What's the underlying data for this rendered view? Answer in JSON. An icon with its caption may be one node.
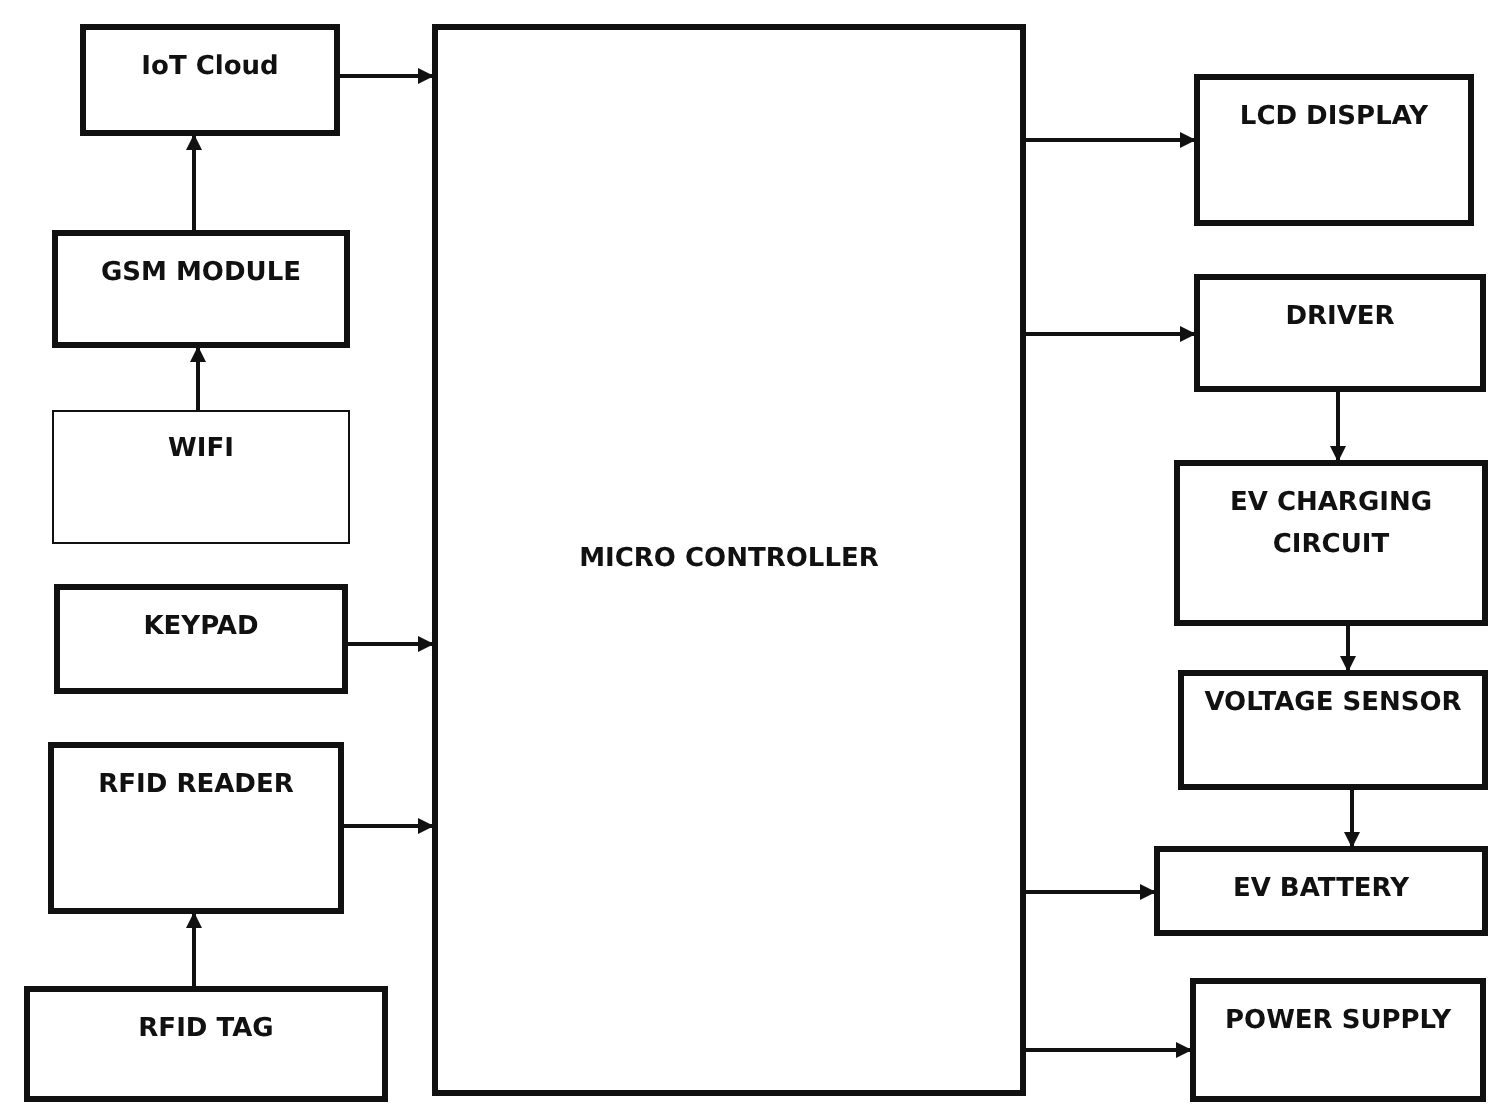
{
  "diagram": {
    "nodes": [
      {
        "text": [
          "IoT Cloud"
        ]
      },
      {
        "text": [
          "GSM MODULE"
        ]
      },
      {
        "text": [
          "WIFI"
        ]
      },
      {
        "text": [
          "KEYPAD"
        ]
      },
      {
        "text": [
          "RFID READER"
        ]
      },
      {
        "text": [
          "RFID TAG"
        ]
      },
      {
        "text": [
          "MICRO CONTROLLER"
        ]
      },
      {
        "text": [
          "LCD DISPLAY"
        ]
      },
      {
        "text": [
          "DRIVER"
        ]
      },
      {
        "text": [
          "EV CHARGING CIRCUIT"
        ]
      },
      {
        "text": [
          "VOLTAGE SENSOR"
        ]
      },
      {
        "text": [
          "EV BATTERY"
        ]
      },
      {
        "text": [
          "POWER SUPPLY"
        ]
      }
    ],
    "edges": [
      {
        "from": 0,
        "to": 6,
        "arrow": "to"
      },
      {
        "from": 1,
        "to": 0,
        "arrow": "to"
      },
      {
        "from": 2,
        "to": 1,
        "arrow": "to"
      },
      {
        "from": 3,
        "to": 6,
        "arrow": "to"
      },
      {
        "from": 4,
        "to": 6,
        "arrow": "to"
      },
      {
        "from": 5,
        "to": 4,
        "arrow": "to"
      },
      {
        "from": 6,
        "to": 7,
        "arrow": "to"
      },
      {
        "from": 6,
        "to": 8,
        "arrow": "to"
      },
      {
        "from": 8,
        "to": 9,
        "arrow": "to"
      },
      {
        "from": 9,
        "to": 10,
        "arrow": "to"
      },
      {
        "from": 10,
        "to": 11,
        "arrow": "to"
      },
      {
        "from": 6,
        "to": 11,
        "arrow": "to"
      },
      {
        "from": 6,
        "to": 12,
        "arrow": "to"
      }
    ]
  }
}
